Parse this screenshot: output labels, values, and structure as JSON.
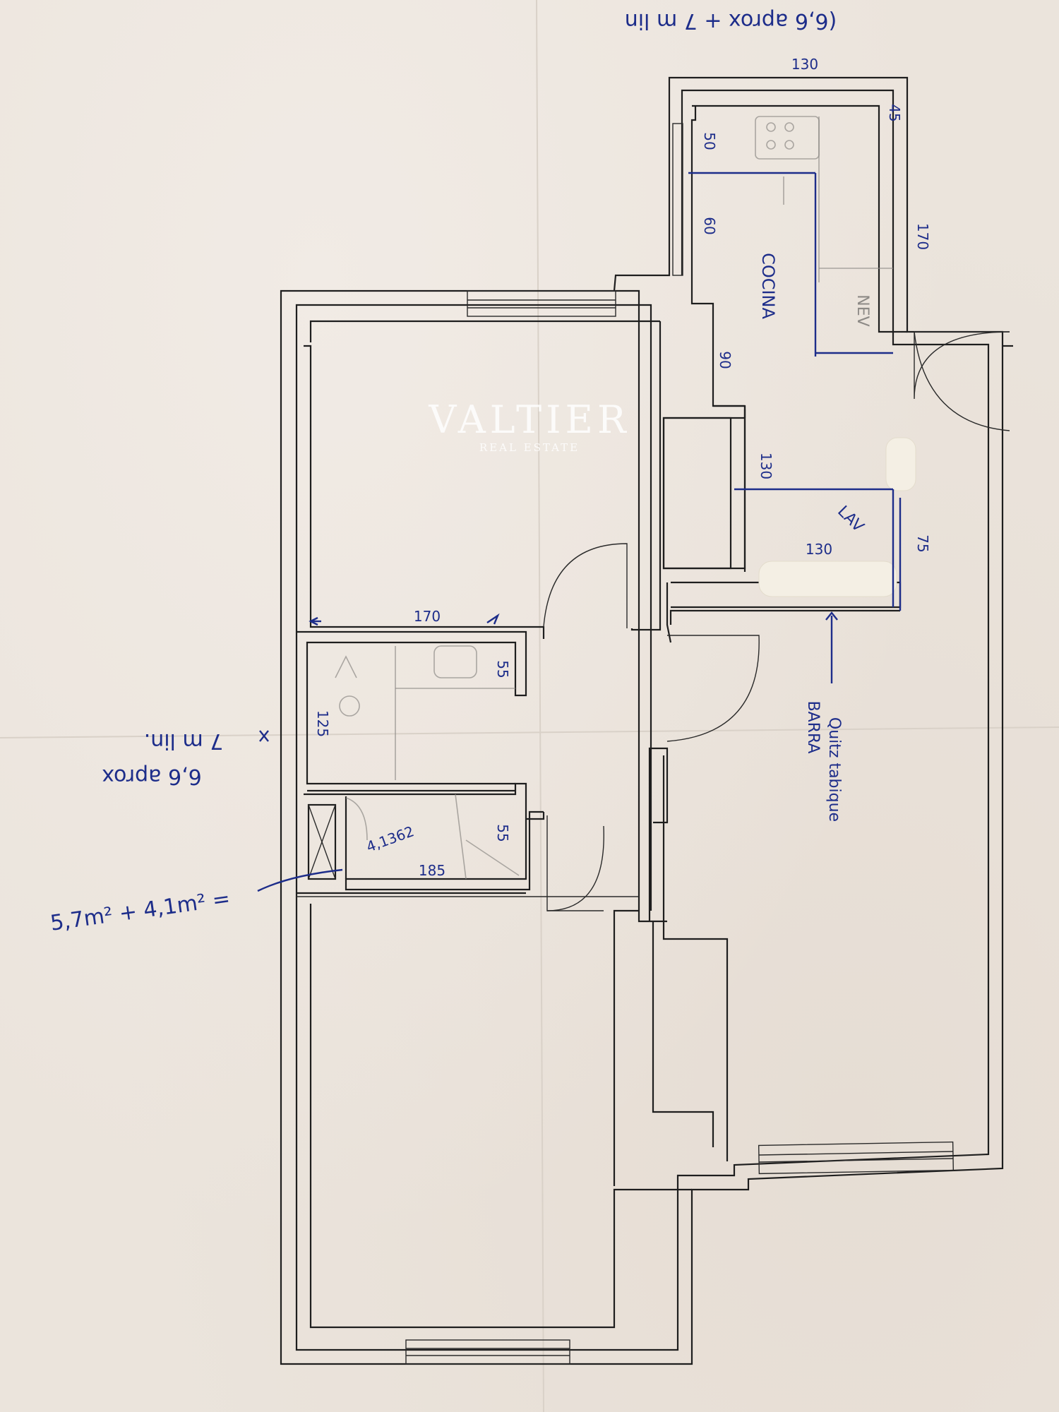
{
  "watermark": {
    "title": "VALTIER",
    "subtitle": "REAL ESTATE"
  },
  "notes": {
    "top": "(6,6 aprox + 7 m lin",
    "left_side": "6,6 aprox",
    "left_side_2": "7 m lin.",
    "left_bottom": "5,7m² + 4,1m² =",
    "bathroom_note": "4,1362"
  },
  "rooms": {
    "kitchen": "COCINA",
    "kitchen_appliance": "NEV",
    "laundry": "LAV",
    "bar_note_1": "Quitz tabique",
    "bar_note_2": "BARRA"
  },
  "dimensions": {
    "kitchen_top": "130",
    "kitchen_right": "170",
    "kitchen_45": "45",
    "kitchen_50": "50",
    "kitchen_60": "60",
    "kitchen_90": "90",
    "laundry_130_a": "130",
    "laundry_130_b": "130",
    "laundry_75": "75",
    "hall_170": "170",
    "bath_125": "125",
    "bath_55_a": "55",
    "bath_55_b": "55",
    "bath_185": "185"
  },
  "colors": {
    "ink": "#1d2d8a",
    "paper": "#ebe4dc",
    "lines": "#1e1e1e"
  }
}
